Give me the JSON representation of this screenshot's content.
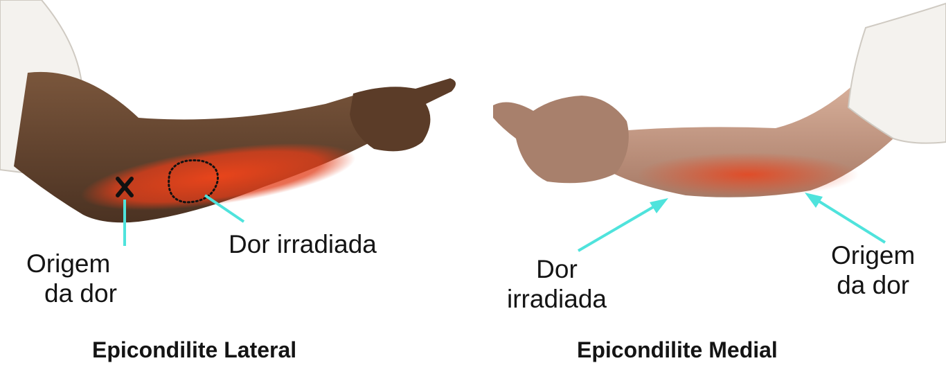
{
  "left_panel": {
    "marker_symbol": "X",
    "origin_label_line1": "Origem",
    "origin_label_line2": "da dor",
    "radiated_label": "Dor irradiada",
    "caption": "Epicondilite Lateral"
  },
  "right_panel": {
    "radiated_label_line1": "Dor",
    "radiated_label_line2": "irradiada",
    "origin_label_line1": "Origem",
    "origin_label_line2": "da dor",
    "caption": "Epicondilite Medial"
  },
  "colors": {
    "skin_left": "#6a4a33",
    "skin_right": "#c39a86",
    "pain": "#e8431c",
    "pointer": "#4fe3dc",
    "sleeve": "#f4f2ee",
    "text": "#141414"
  }
}
